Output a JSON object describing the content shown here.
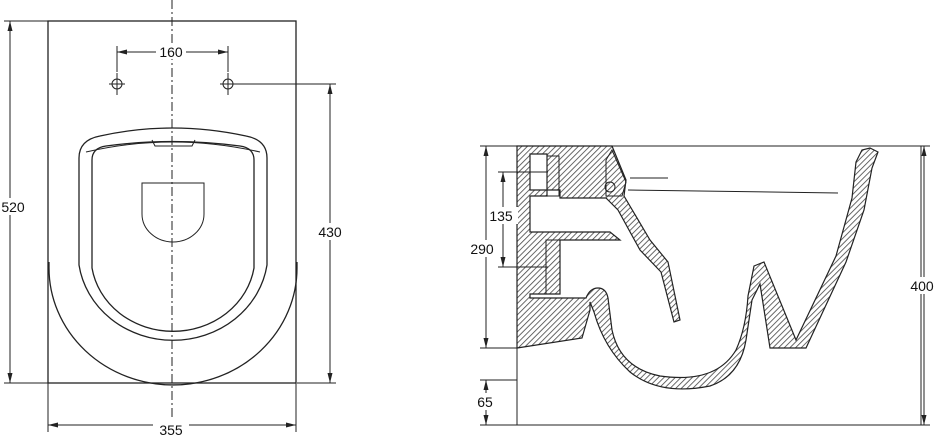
{
  "front_view": {
    "dims": {
      "hole_spacing": "160",
      "height": "520",
      "hole_height": "430",
      "width": "355"
    }
  },
  "side_view": {
    "dims": {
      "inlet_height": "135",
      "outlet_height": "290",
      "bowl_height": "400",
      "floor_clearance": "65"
    }
  }
}
